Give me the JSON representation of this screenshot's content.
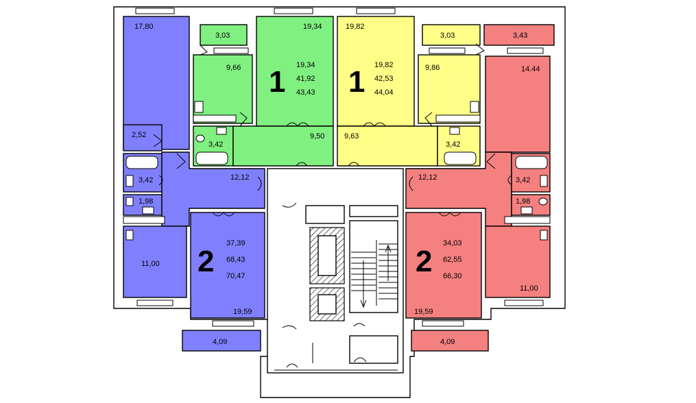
{
  "colors": {
    "green": "#80f080",
    "yellow": "#ffff88",
    "blue": "#8080ff",
    "red": "#f48080",
    "wall": "#ffffff",
    "line": "#000000"
  },
  "apartments": {
    "green": {
      "number": "1",
      "living": "19,34",
      "total": "41,92",
      "total_with_balcony": "43,43"
    },
    "yellow": {
      "number": "1",
      "living": "19,82",
      "total": "42,53",
      "total_with_balcony": "44,04"
    },
    "blue": {
      "number": "2",
      "living": "37,39",
      "total": "68,43",
      "total_with_balcony": "70,47"
    },
    "red": {
      "number": "2",
      "living": "34,03",
      "total": "62,55",
      "total_with_balcony": "66,30"
    }
  },
  "rooms": {
    "blue_room_top": "17,80",
    "blue_small_1": "2,52",
    "blue_bath": "3,42",
    "blue_wc": "1,98",
    "blue_hall": "12,12",
    "blue_room_bottom": "11,00",
    "blue_room_main": "19,59",
    "blue_balcony": "4,09",
    "green_balcony": "3,03",
    "green_kitchen": "9,66",
    "green_room": "19,34",
    "green_bath": "3,42",
    "green_hall": "9,50",
    "yellow_room": "19,82",
    "yellow_balcony": "3,03",
    "yellow_kitchen": "9,86",
    "yellow_hall": "9,63",
    "yellow_bath": "3,42",
    "red_balcony_top": "3,43",
    "red_room_top": "14.44",
    "red_hall": "12,12",
    "red_bath": "3,42",
    "red_wc": "1,98",
    "red_room_main": "19,59",
    "red_room_bottom": "11,00",
    "red_balcony": "4,09"
  }
}
